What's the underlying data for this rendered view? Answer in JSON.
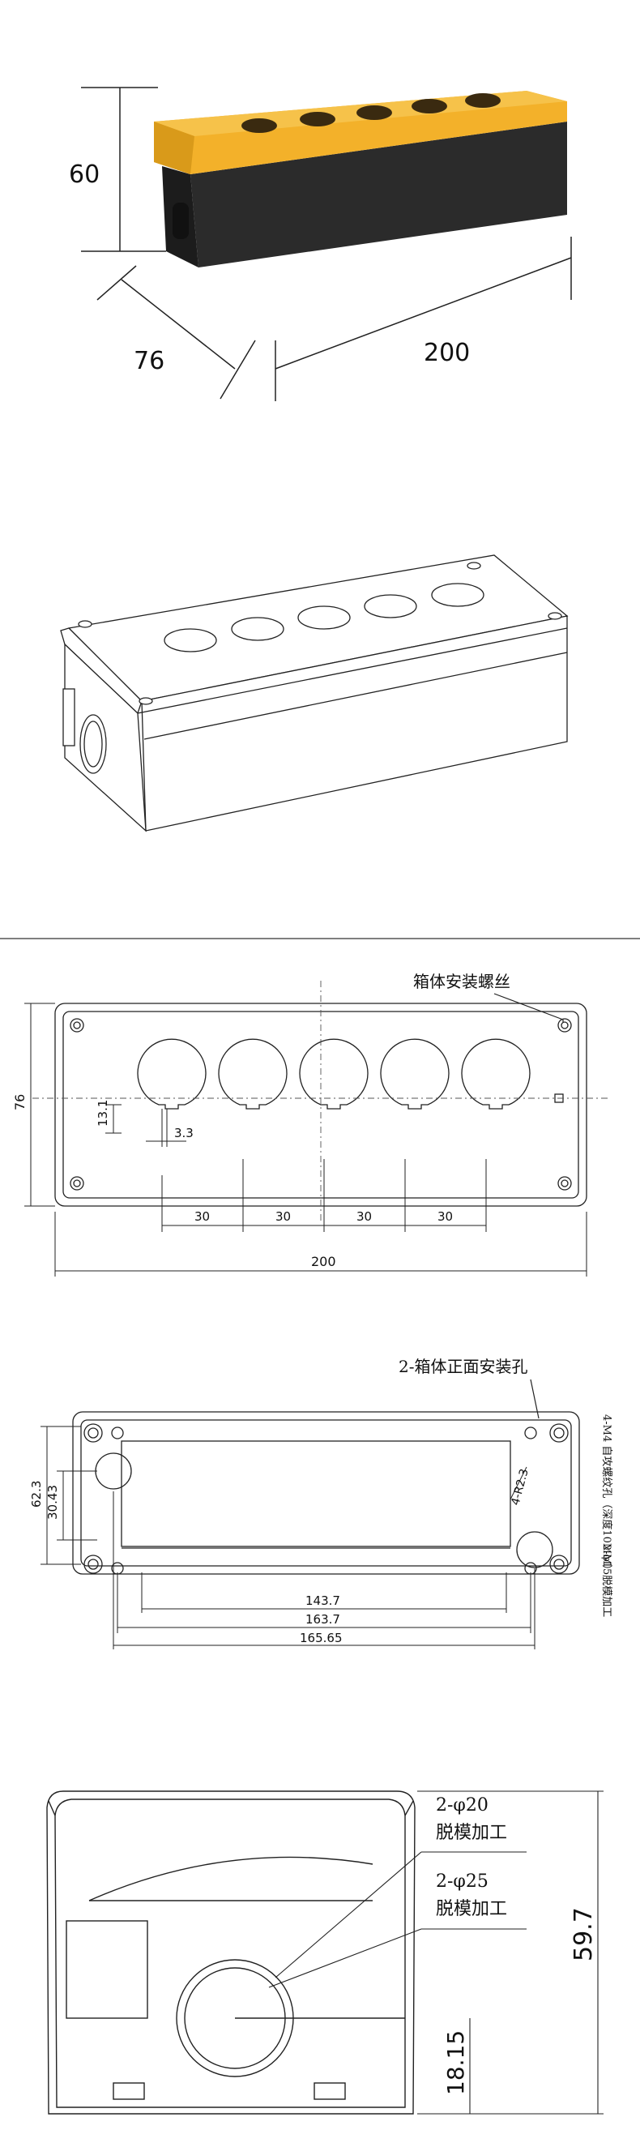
{
  "photo": {
    "dim_height": "60",
    "dim_depth": "76",
    "dim_length": "200",
    "colors": {
      "lid": "#f3b12a",
      "lid_shade": "#d99a1a",
      "base": "#2b2b2b",
      "base_shade": "#1c1c1c"
    }
  },
  "top_view": {
    "note_screws": "箱体安装螺丝",
    "dim_width": "200",
    "dim_height": "76",
    "dim_hole_depth": "13.1",
    "dim_key_width": "3.3",
    "spacing": [
      "30",
      "30",
      "30",
      "30"
    ]
  },
  "bottom_view": {
    "note_front_holes": "2-箱体正面安装孔",
    "note_m4": "4-M4 自攻螺纹孔（深度10MM）",
    "note_phi15": "2-φ15脱模加工",
    "dim_radius": "4-R2.3",
    "dim_62_3": "62.3",
    "dim_30_43": "30.43",
    "dim_143_7": "143.7",
    "dim_163_7": "163.7",
    "dim_165_65": "165.65"
  },
  "side_view": {
    "note_phi20": "2-φ20",
    "note_phi20_label": "脱模加工",
    "note_phi25": "2-φ25",
    "note_phi25_label": "脱模加工",
    "dim_height": "59.7",
    "dim_center": "18.15"
  }
}
